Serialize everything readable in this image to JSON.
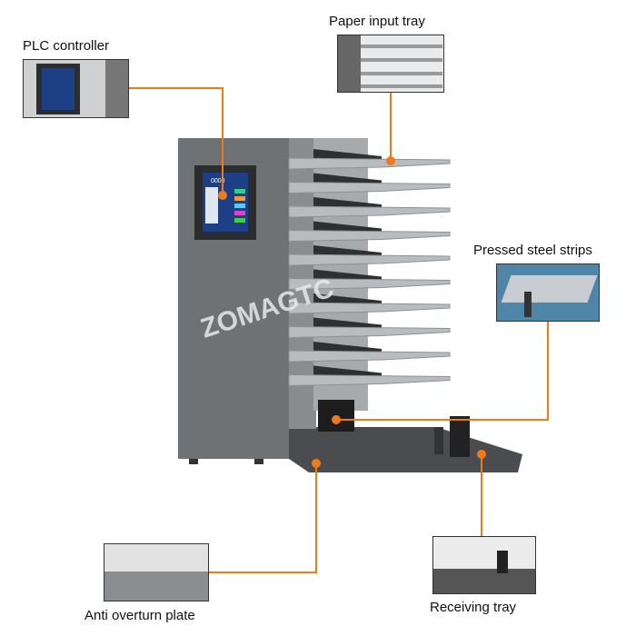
{
  "callouts": {
    "plc": "PLC controller",
    "paper_input": "Paper input tray",
    "steel_strips": "Pressed steel strips",
    "anti_overturn": "Anti overturn plate",
    "receiving": "Receiving tray"
  },
  "watermark": "ZOMAGTC",
  "screen_counter": "0000",
  "colors": {
    "callout": "#f07a1a",
    "machine": "#6f7275",
    "tray": "#b9bcbf"
  }
}
